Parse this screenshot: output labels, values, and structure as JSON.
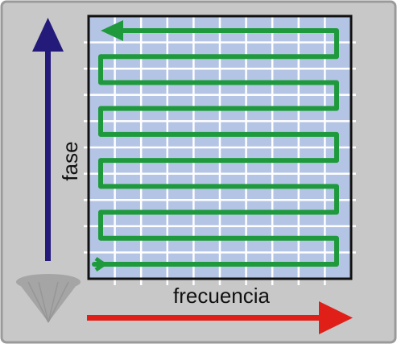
{
  "labels": {
    "x_axis": "frecuencia",
    "y_axis": "fase"
  },
  "grid": {
    "columns": 10,
    "rows": 10
  },
  "scan_path": {
    "passes": 10,
    "direction_first": "right",
    "direction_last": "left"
  },
  "colors": {
    "background": "#c8c8c8",
    "border": "#9a9a9a",
    "grid_fill": "#b4c4e4",
    "grid_lines": "#ffffff",
    "grid_border": "#111111",
    "scan_path": "#1e9a3c",
    "x_arrow": "#e02018",
    "y_arrow": "#241a7a",
    "logo": "#8a8a8a"
  },
  "icons": {
    "logo": "diamond-parachute-logo"
  }
}
